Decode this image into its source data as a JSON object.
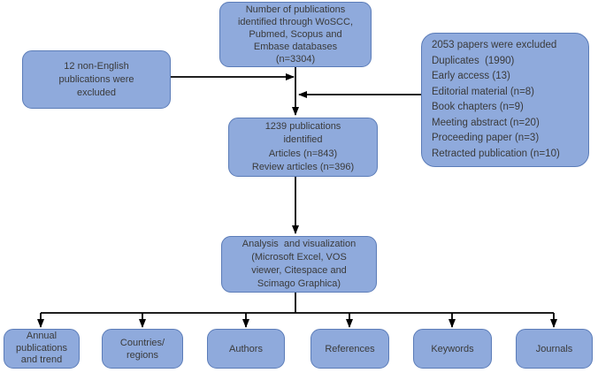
{
  "diagram": {
    "title": "Publication screening and bibliometric analysis flowchart",
    "colors": {
      "box_fill": "#8FAADC",
      "box_border": "#5B7CB8",
      "arrow": "#000000",
      "text": "#3A3A3A",
      "background": "#FFFFFF"
    },
    "boxes": {
      "identified": "Number of publications\nidentified through WoSCC,\nPubmed, Scopus and\nEmbase databases\n(n=3304)",
      "non_english": "12 non-English\npublications were\nexcluded",
      "excluded": "2053 papers were excluded\nDuplicates  (1990)\nEarly access (13)\nEditorial material (n=8)\nBook chapters (n=9)\nMeeting abstract (n=20)\nProceeding paper (n=3)\nRetracted publication (n=10)",
      "included": "1239 publications\nidentified\nArticles (n=843)\nReview articles (n=396)",
      "analysis": "Analysis  and visualization\n(Microsoft Excel, VOS\nviewer, Citespace and\nScimago Graphica)",
      "outputs": [
        "Annual\npublications\nand trend",
        "Countries/\nregions",
        "Authors",
        "References",
        "Keywords",
        "Journals"
      ]
    }
  }
}
